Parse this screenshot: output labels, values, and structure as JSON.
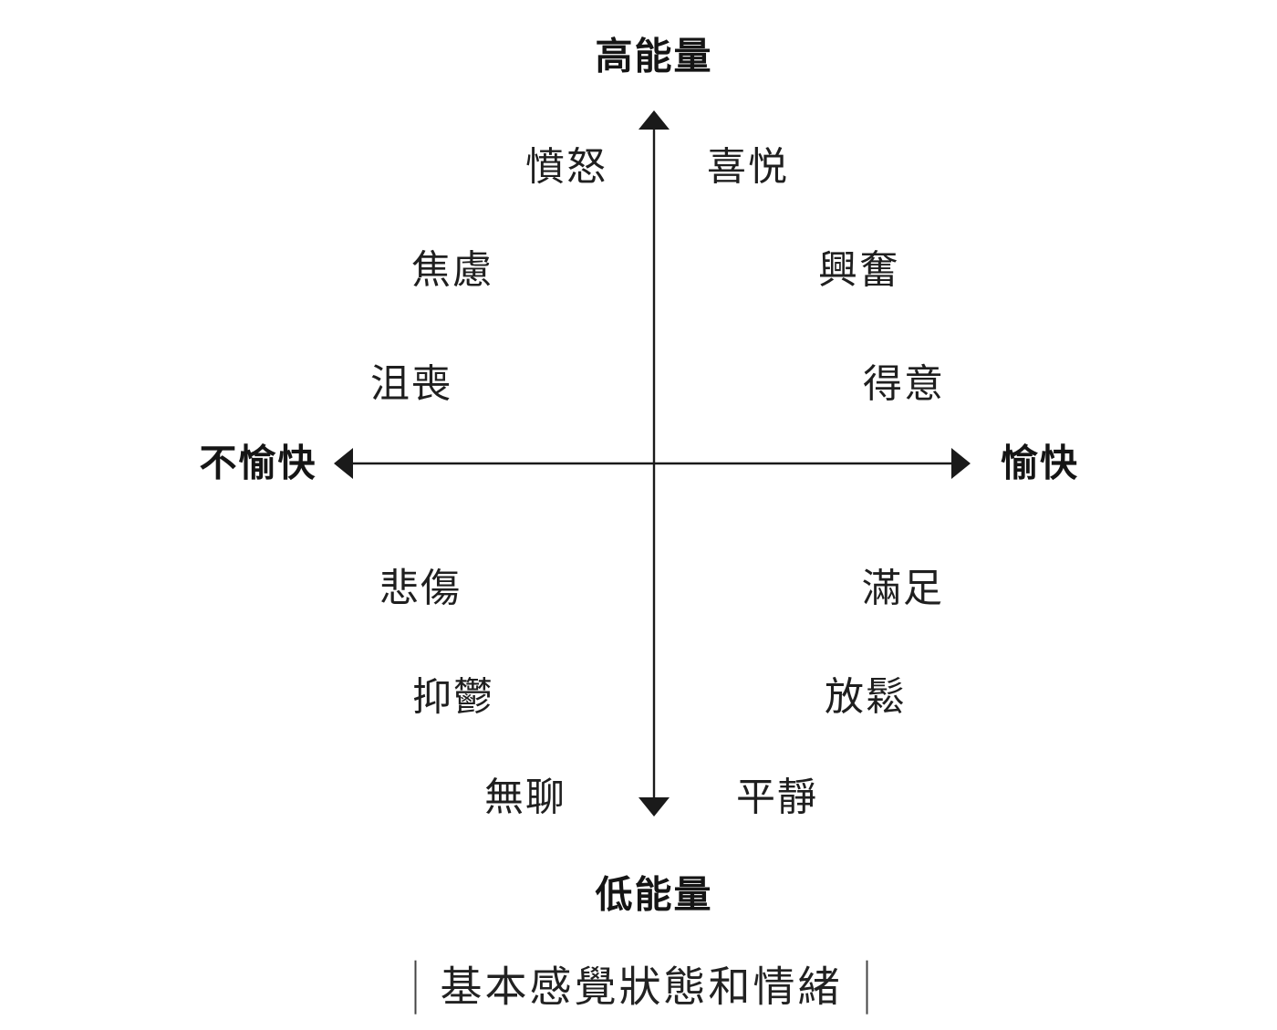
{
  "diagram": {
    "axes": {
      "top": "高能量",
      "bottom": "低能量",
      "left": "不愉快",
      "right": "愉快"
    },
    "quadrants": {
      "top_left": [
        "憤怒",
        "焦慮",
        "沮喪"
      ],
      "top_right": [
        "喜悦",
        "興奮",
        "得意"
      ],
      "bottom_left": [
        "悲傷",
        "抑鬱",
        "無聊"
      ],
      "bottom_right": [
        "滿足",
        "放鬆",
        "平靜"
      ]
    },
    "caption": "基本感覺狀態和情緒"
  },
  "colors": {
    "ink": "#1a1a1a",
    "background": "#ffffff"
  }
}
